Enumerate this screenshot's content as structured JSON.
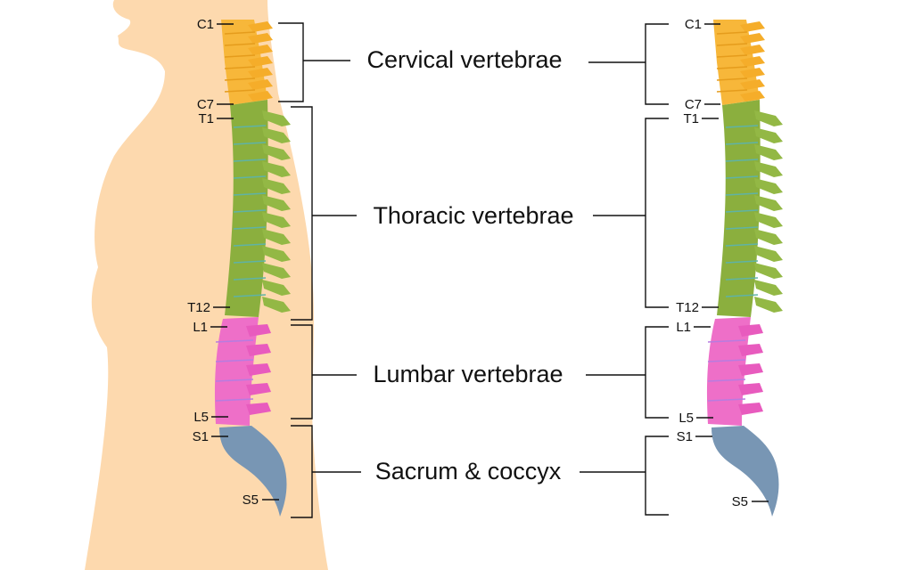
{
  "regions": [
    {
      "key": "cervical",
      "name": "Cervical vertebrae",
      "color": "#F7B73A",
      "process_color": "#F5AD2A",
      "disc_color": "#E59C1C"
    },
    {
      "key": "thoracic",
      "name": "Thoracic vertebrae",
      "color": "#8BAF3E",
      "process_color": "#93B845",
      "disc_color": "#5FB3A6"
    },
    {
      "key": "lumbar",
      "name": "Lumbar vertebrae",
      "color": "#EE6FC8",
      "process_color": "#E85BBE",
      "disc_color": "#B77CE0"
    },
    {
      "key": "sacrum",
      "name": "Sacrum & coccyx",
      "color": "#7896B4",
      "process_color": "#6E8CAB",
      "disc_color": "#5E7C9A"
    }
  ],
  "markers": {
    "c1": "C1",
    "c7": "C7",
    "t1": "T1",
    "t12": "T12",
    "l1": "L1",
    "l5": "L5",
    "s1": "S1",
    "s5": "S5"
  },
  "body_color": "#FDD9AE"
}
